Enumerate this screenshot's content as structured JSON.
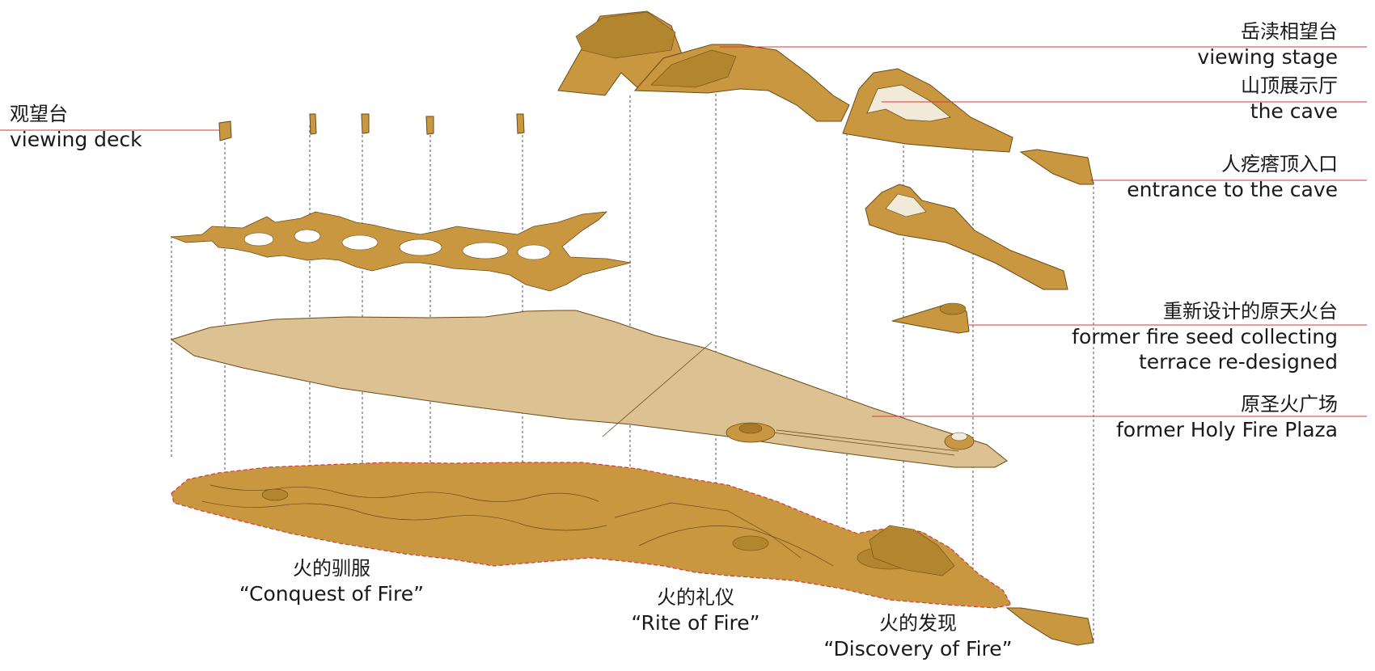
{
  "labels": {
    "viewing_deck": {
      "zh": "观望台",
      "en": "viewing deck"
    },
    "viewing_stage": {
      "zh": "岳渎相望台",
      "en": "viewing stage"
    },
    "the_cave": {
      "zh": "山顶展示厅",
      "en": "the cave"
    },
    "cave_entrance": {
      "zh": "人疙瘩顶入口",
      "en": "entrance to the cave"
    },
    "fire_terrace": {
      "zh": "重新设计的原天火台",
      "en_line1": "former fire seed collecting",
      "en_line2": "terrace re-designed"
    },
    "holy_fire_plaza": {
      "zh": "原圣火广场",
      "en": "former Holy Fire Plaza"
    },
    "conquest": {
      "zh": "火的驯服",
      "en": "“Conquest of Fire”"
    },
    "rite": {
      "zh": "火的礼仪",
      "en": "“Rite of Fire”"
    },
    "discovery": {
      "zh": "火的发现",
      "en": "“Discovery of Fire”"
    }
  },
  "colors": {
    "terrain": "#c9973f",
    "terrain_dark": "#a9782a",
    "plaza": "#dcc192",
    "leader": "#d23a3a",
    "guide": "#555555"
  }
}
